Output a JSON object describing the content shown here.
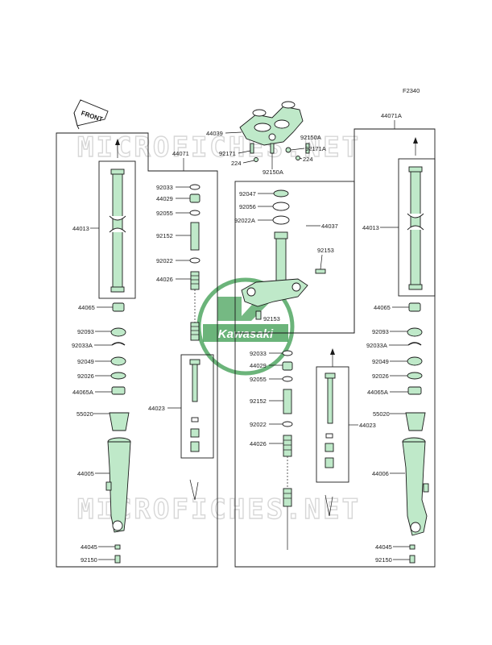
{
  "figure_code": "F2340",
  "front_sign": "FRONT",
  "watermark": "MICROFICHES.NET",
  "logo": {
    "brand": "Kawasaki",
    "color": "#3a9b4e"
  },
  "colors": {
    "part_fill": "#bfe9c9",
    "line": "#1a1a1a"
  },
  "labels": {
    "l44039": "44039",
    "l92171a": "92171",
    "l224a": "224",
    "l92150a_b": "92150A",
    "l92150a_t": "92150A",
    "l92171a_r": "92171A",
    "l224b": "224",
    "l44071a": "44071A",
    "l44071": "44071",
    "l92033_l": "92033",
    "l44029_l": "44029",
    "l92055_l": "92055",
    "l92152_l": "92152",
    "l92022_l": "92022",
    "l44026_l": "44026",
    "l44023_l": "44023",
    "l44013_l": "44013",
    "l44065_l": "44065",
    "l92093_l": "92093",
    "l92033a_l": "92033A",
    "l92049_l": "92049",
    "l92026_l": "92026",
    "l44065a_l": "44065A",
    "l55020_l": "55020",
    "l44005": "44005",
    "l44045_l": "44045",
    "l92150_l": "92150",
    "l92047": "92047",
    "l92056": "92056",
    "l92022a": "92022A",
    "l44037": "44037",
    "l92153_a": "92153",
    "l92153_b": "92153",
    "l92033_r": "92033",
    "l44029_r": "44029",
    "l92055_r": "92055",
    "l92152_r": "92152",
    "l92022_r": "92022",
    "l44026_r": "44026",
    "l44023_r": "44023",
    "l44013_r": "44013",
    "l44065_r": "44065",
    "l92093_r": "92093",
    "l92033a_r": "92033A",
    "l92049_r": "92049",
    "l92026_r": "92026",
    "l44065a_r": "44065A",
    "l55020_r": "55020",
    "l44006": "44006",
    "l44045_r": "44045",
    "l92150_r": "92150"
  }
}
